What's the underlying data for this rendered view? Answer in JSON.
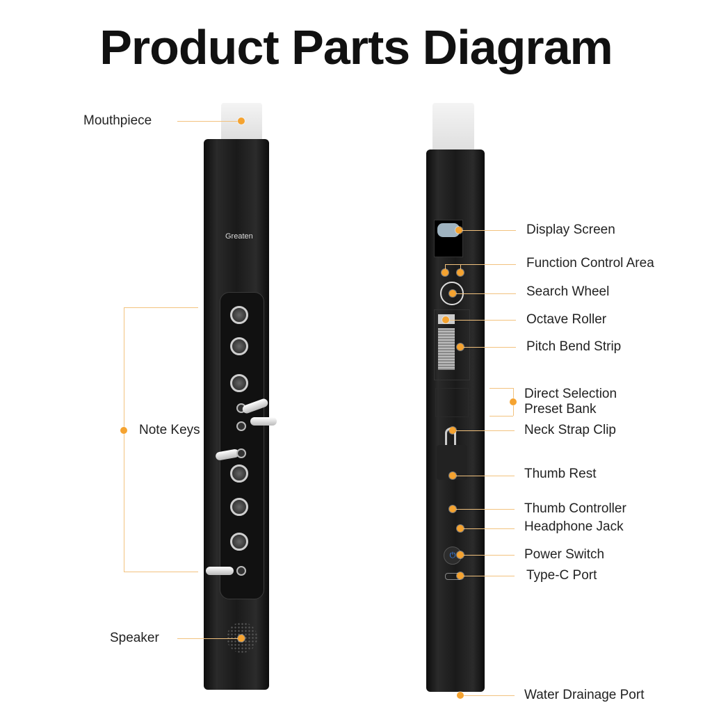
{
  "title": "Product Parts Diagram",
  "brand_logo": "Greaten",
  "colors": {
    "accent": "#f5a330",
    "leader": "#f2c27e",
    "device": "#1a1a1a"
  },
  "left_labels": {
    "mouthpiece": "Mouthpiece",
    "note_keys": "Note Keys",
    "speaker": "Speaker"
  },
  "right_labels": {
    "display_screen": "Display Screen",
    "function_control_area": "Function Control Area",
    "search_wheel": "Search Wheel",
    "octave_roller": "Octave Roller",
    "pitch_bend_strip": "Pitch Bend Strip",
    "direct_selection_1": "Direct Selection",
    "direct_selection_2": "Preset Bank",
    "neck_strap_clip": "Neck Strap Clip",
    "thumb_rest": "Thumb Rest",
    "thumb_controller": "Thumb Controller",
    "headphone_jack": "Headphone Jack",
    "power_switch": "Power Switch",
    "type_c_port": "Type-C Port",
    "water_drainage_port": "Water Drainage Port"
  }
}
